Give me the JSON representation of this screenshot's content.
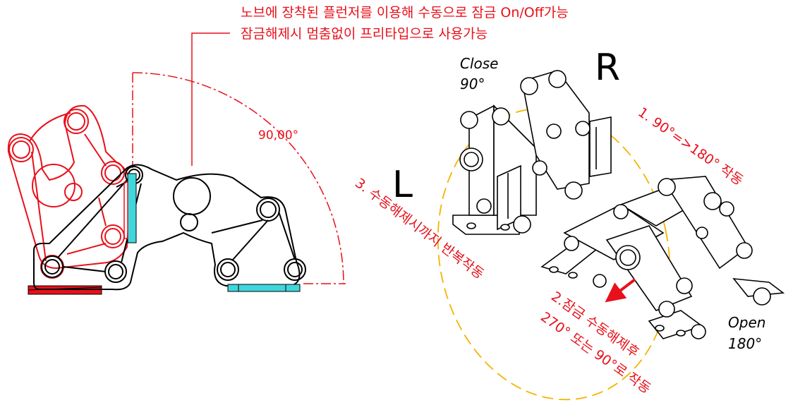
{
  "annotation": {
    "line1": "노브에 장착된 플런저를 이용해 수동으로 잠금 On/Off가능",
    "line2": "잠금해제시 멈춤없이 프리타입으로 사용가능"
  },
  "angle_label": "90,00°",
  "side_labels": {
    "right": "R",
    "left": "L"
  },
  "close_state": {
    "label": "Close",
    "angle": "90°"
  },
  "open_state": {
    "label": "Open",
    "angle": "180°"
  },
  "steps": {
    "step1": "1. 90°=>180° 작동",
    "step2_line1": "2.잠금 수동해제후",
    "step2_line2": "270° 또는 90°로 작동",
    "step3": "3. 수동해제시까지 반복작동"
  },
  "colors": {
    "red": "#e8101a",
    "cyan": "#3fd6dc",
    "orange": "#f4b400",
    "black": "#000000"
  }
}
